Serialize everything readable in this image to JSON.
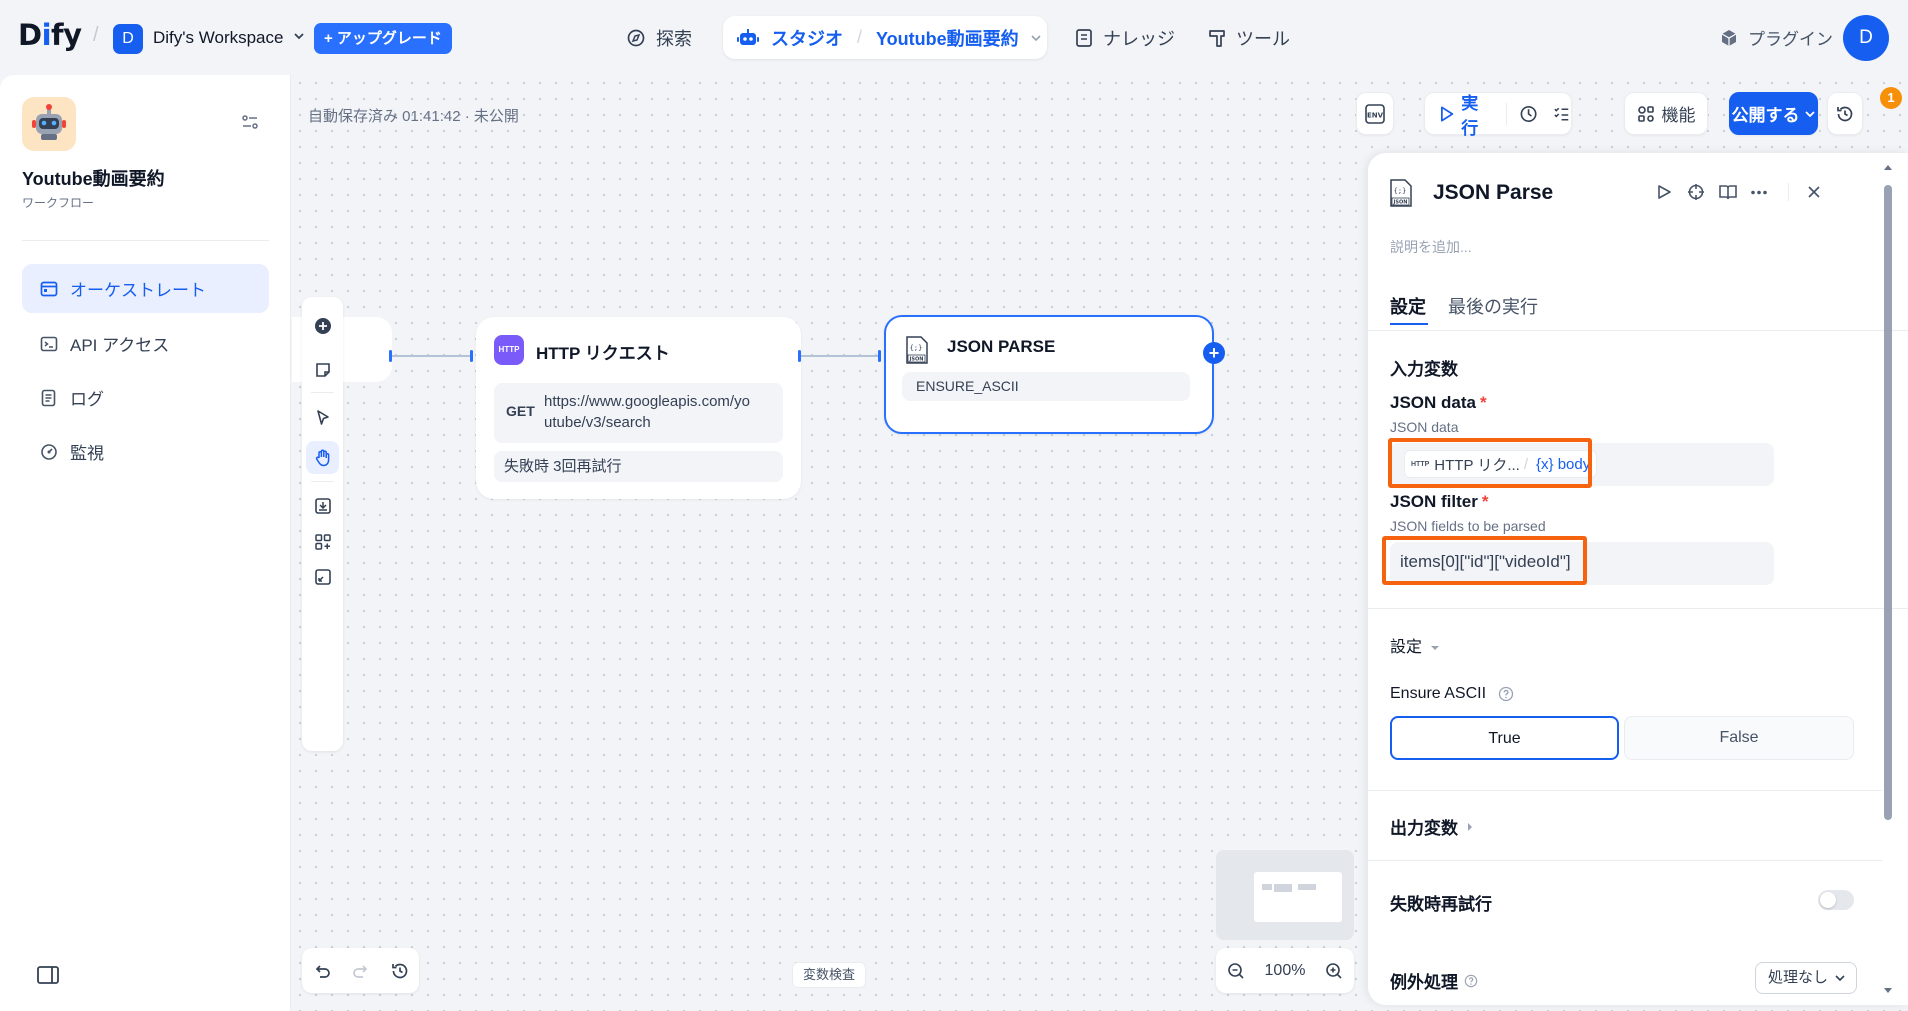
{
  "brand": {
    "logo_text_a": "D",
    "logo_text_i": "i",
    "logo_text_b": "fy",
    "accent": "#155eef"
  },
  "workspace": {
    "initial": "D",
    "name": "Dify's Workspace",
    "upgrade_label": "+ アップグレード"
  },
  "nav": {
    "explore": "探索",
    "studio": "スタジオ",
    "app_name": "Youtube動画要約",
    "knowledge": "ナレッジ",
    "tools": "ツール",
    "plugins": "プラグイン",
    "user_initial": "D"
  },
  "sidebar": {
    "app_title": "Youtube動画要約",
    "app_type": "ワークフロー",
    "items": [
      {
        "label": "オーケストレート",
        "icon": "orchestrate-icon",
        "active": true
      },
      {
        "label": "API アクセス",
        "icon": "terminal-icon",
        "active": false
      },
      {
        "label": "ログ",
        "icon": "log-icon",
        "active": false
      },
      {
        "label": "監視",
        "icon": "monitor-icon",
        "active": false
      }
    ]
  },
  "canvas": {
    "autosave": "自動保存済み 01:41:42 · 未公開",
    "env_label": "ENV",
    "run_label": "実行",
    "checklist_badge": "1",
    "features_label": "機能",
    "publish_label": "公開する",
    "var_inspect": "変数検査",
    "zoom": "100%"
  },
  "nodes": {
    "http": {
      "icon_text": "HTTP",
      "title": "HTTP リクエスト",
      "method": "GET",
      "url_line1": "https://www.googleapis.com/yo",
      "url_line2": "utube/v3/search",
      "retry": "失敗時 3回再試行"
    },
    "json": {
      "title": "JSON PARSE",
      "param": "ENSURE_ASCII"
    }
  },
  "panel": {
    "title": "JSON Parse",
    "desc_placeholder": "説明を追加...",
    "tabs": [
      "設定",
      "最後の実行"
    ],
    "input_vars": "入力変数",
    "json_data_label": "JSON data",
    "json_data_sub": "JSON data",
    "var_node": "HTTP リク...",
    "var_sep": "/",
    "var_name": "{x} body",
    "json_filter_label": "JSON filter",
    "json_filter_sub": "JSON fields to be parsed",
    "json_filter_value": "items[0][\"id\"][\"videoId\"]",
    "settings_label": "設定",
    "ensure_ascii_label": "Ensure ASCII",
    "opt_true": "True",
    "opt_false": "False",
    "output_vars": "出力変数",
    "retry_label": "失敗時再試行",
    "retry_enabled": false,
    "error_handling": "例外処理",
    "error_handling_value": "処理なし"
  }
}
